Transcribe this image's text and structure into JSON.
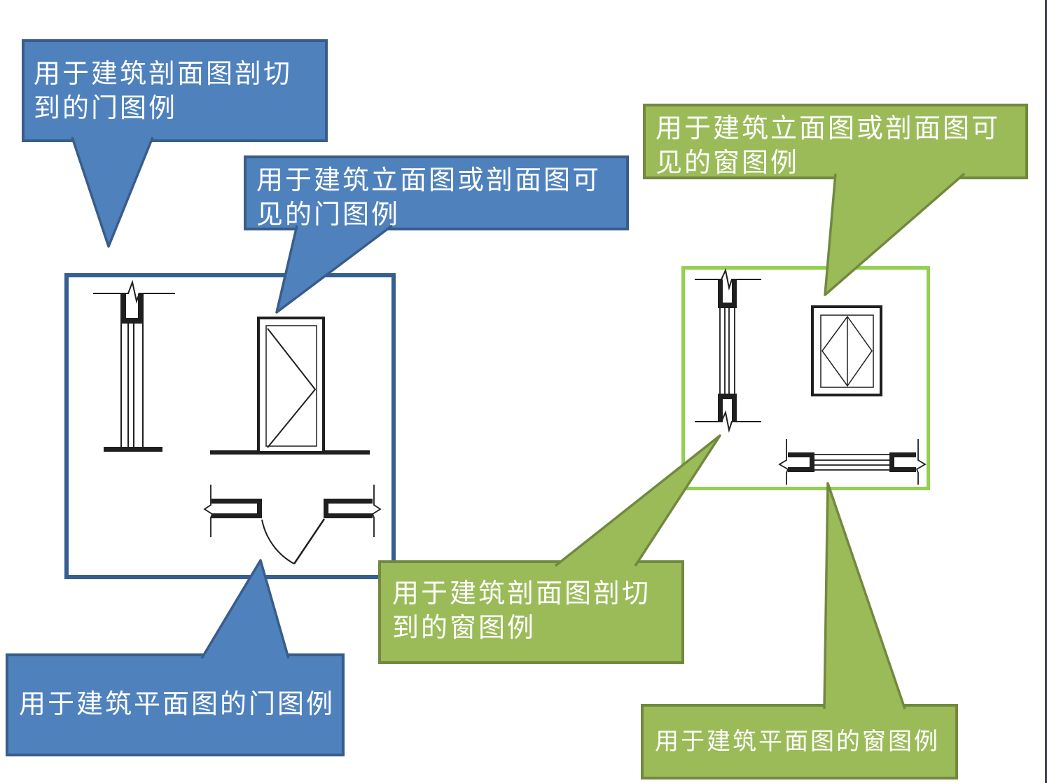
{
  "colors": {
    "blue_fill": "#4f81bd",
    "blue_border": "#385d8a",
    "green_fill": "#9bbb59",
    "green_border": "#71893f",
    "door_box_border": "#365f91",
    "window_box_border": "#92d050",
    "drawing_line": "#1f1f1f",
    "background": "#ffffff"
  },
  "callouts": {
    "door_section": {
      "line1": "用于建筑剖面图剖切",
      "line2": "到的门图例"
    },
    "door_elevation": {
      "line1": "用于建筑立面图或剖面图可",
      "line2": "见的门图例"
    },
    "door_plan": {
      "line1": "用于建筑平面图的门图例"
    },
    "window_elevation": {
      "line1": "用于建筑立面图或剖面图可",
      "line2": "见的窗图例"
    },
    "window_section": {
      "line1": "用于建筑剖面图剖切",
      "line2": "到的窗图例"
    },
    "window_plan": {
      "line1": "用于建筑平面图的窗图例"
    }
  },
  "symbols": {
    "door_box": [
      "door-section-cut-symbol",
      "door-elevation-visible-symbol",
      "door-plan-symbol"
    ],
    "window_box": [
      "window-section-cut-symbol",
      "window-elevation-visible-symbol",
      "window-plan-symbol"
    ]
  }
}
